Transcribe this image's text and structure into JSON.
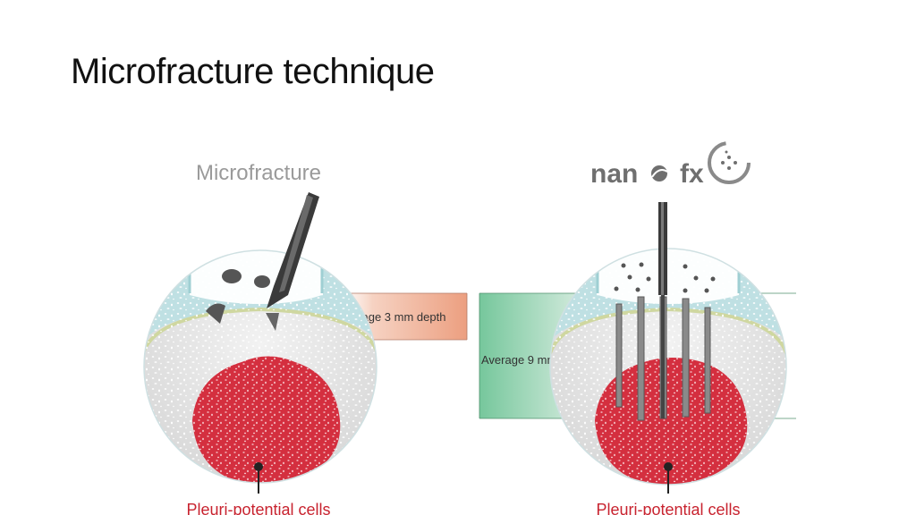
{
  "slide": {
    "title": "Microfracture technique"
  },
  "left_panel": {
    "heading": "Microfracture",
    "depth_label": "Average 3 mm depth",
    "cells_label": "Pleuri-potential cells"
  },
  "right_panel": {
    "logo_text_1": "nan",
    "logo_text_2": "fx",
    "depth_label": "Average 9 mm depth",
    "cells_label": "Pleuri-potential cells"
  },
  "colors": {
    "depth_3mm_band": "#ec9f80",
    "depth_9mm_band": "#76c79c",
    "cells_red": "#d42f3f",
    "cells_label": "#c8232f",
    "cartilage": "#bfe0e3",
    "bone": "#e4e4e4",
    "instrument": "#3a3a3a",
    "logo_gray": "#6f6f6f"
  },
  "icons": {
    "left_tool": "awl-instrument-icon",
    "right_tool": "needle-instrument-icon",
    "logo_mark": "nanofx-logo-icon"
  }
}
